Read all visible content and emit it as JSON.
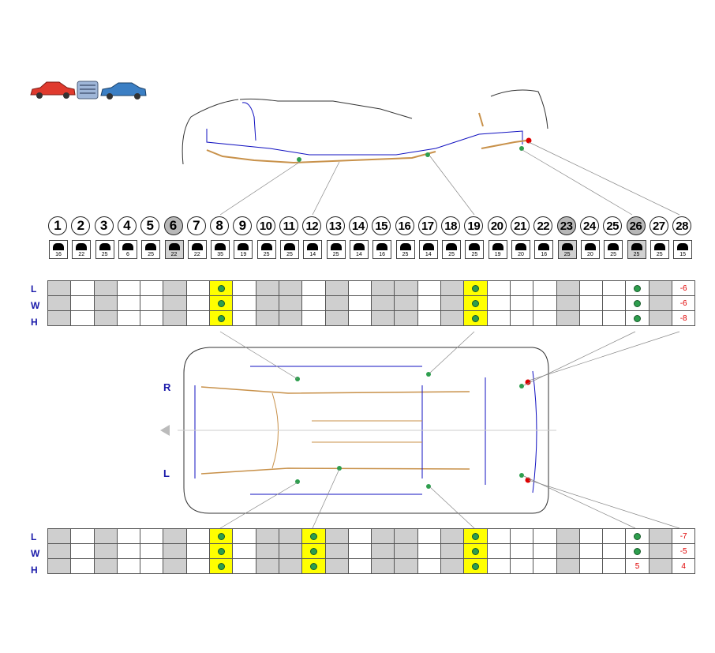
{
  "columns": [
    "1",
    "2",
    "3",
    "4",
    "5",
    "6",
    "7",
    "8",
    "9",
    "10",
    "11",
    "12",
    "13",
    "14",
    "15",
    "16",
    "17",
    "18",
    "19",
    "20",
    "21",
    "22",
    "23",
    "24",
    "25",
    "26",
    "27",
    "28"
  ],
  "selected_columns": [
    "6",
    "23",
    "26"
  ],
  "fixtures": [
    "16",
    "22",
    "25",
    "6",
    "25",
    "22",
    "22",
    "35",
    "19",
    "25",
    "25",
    "14",
    "25",
    "14",
    "16",
    "25",
    "14",
    "25",
    "25",
    "19",
    "20",
    "16",
    "25",
    "20",
    "25",
    "25",
    "25",
    "15"
  ],
  "row_labels": [
    "L",
    "W",
    "H"
  ],
  "side_labels": {
    "right": "R",
    "left": "L"
  },
  "top_table": {
    "rows": [
      {
        "label": "L",
        "dots": [
          "8",
          "19",
          "26"
        ],
        "value": "-6"
      },
      {
        "label": "W",
        "dots": [
          "8",
          "19",
          "26"
        ],
        "value": "-6"
      },
      {
        "label": "H",
        "dots": [
          "8",
          "19",
          "26"
        ],
        "value": "-8"
      }
    ]
  },
  "bottom_table": {
    "rows": [
      {
        "label": "L",
        "dots": [
          "8",
          "12",
          "19",
          "26"
        ],
        "value": "-7"
      },
      {
        "label": "W",
        "dots": [
          "8",
          "12",
          "19",
          "26"
        ],
        "value": "-5"
      },
      {
        "label": "H",
        "dots": [
          "8",
          "12",
          "19"
        ],
        "value": "4",
        "col26_value": "5"
      }
    ]
  },
  "highlight_columns_top": [
    "8",
    "19"
  ],
  "highlight_columns_bottom": [
    "8",
    "12",
    "19"
  ],
  "gray_columns": [
    "1",
    "3",
    "6",
    "8",
    "10",
    "11",
    "13",
    "15",
    "16",
    "18",
    "19",
    "23",
    "27"
  ],
  "icons": [
    "red-car-icon",
    "engine-icon",
    "blue-car-icon"
  ],
  "colors": {
    "label_blue": "#1a1aaa",
    "value_red": "#e00000",
    "highlight": "#ffff00",
    "dot_green": "#2e9e4e",
    "frame_blue": "#1010c0",
    "frame_orange": "#c8914a"
  }
}
